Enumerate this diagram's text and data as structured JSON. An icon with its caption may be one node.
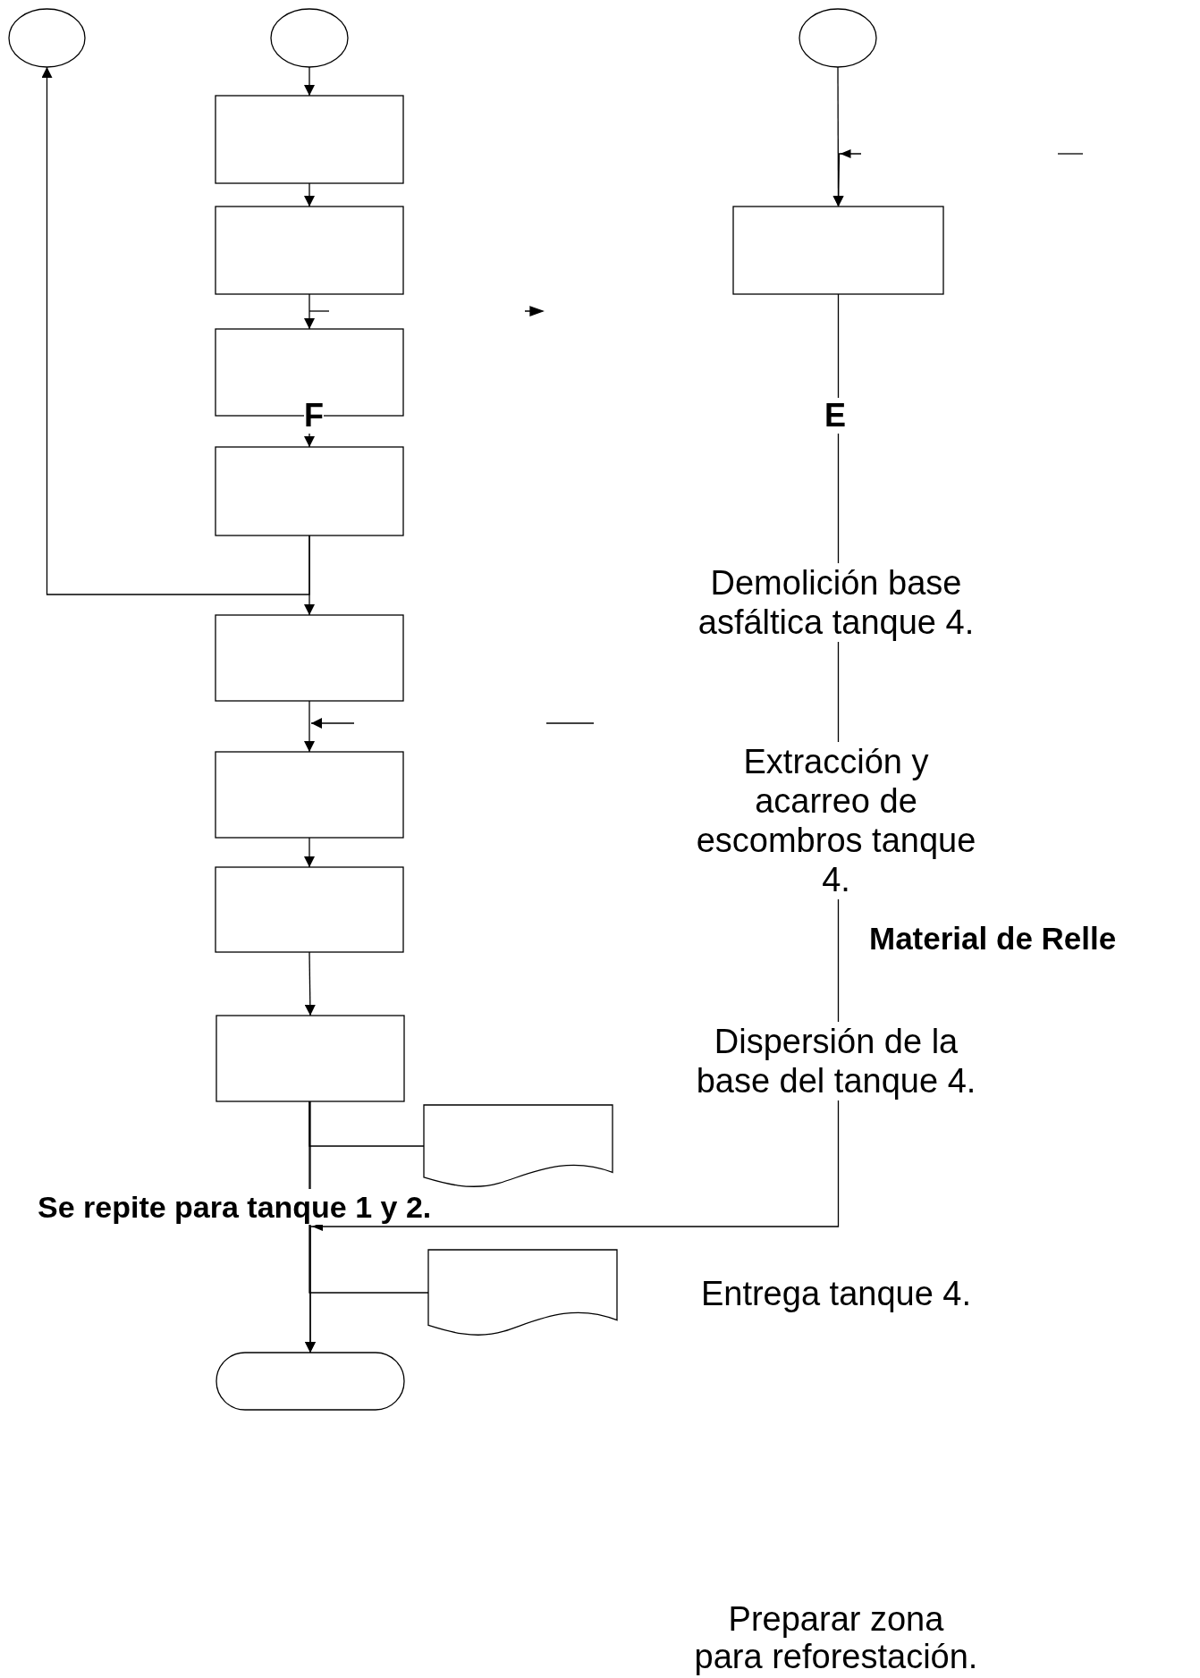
{
  "diagram": {
    "nodes": [
      {
        "text": [],
        "shape": "circle"
      },
      {
        "text": [],
        "shape": "circle"
      },
      {
        "text": [],
        "shape": "circle"
      },
      {
        "text": [],
        "shape": "box"
      },
      {
        "text": [],
        "shape": "box"
      },
      {
        "text": [],
        "shape": "box"
      },
      {
        "text": [],
        "shape": "box"
      },
      {
        "text": [],
        "shape": "box"
      },
      {
        "text": [],
        "shape": "box"
      },
      {
        "text": [],
        "shape": "box"
      },
      {
        "text": [],
        "shape": "box"
      },
      {
        "text": [],
        "shape": "box"
      },
      {
        "text": [],
        "shape": "document"
      },
      {
        "text": [],
        "shape": "document"
      },
      {
        "text": [],
        "shape": "oval"
      }
    ],
    "edges": [
      {
        "from": 1,
        "to": 3,
        "arrow": "to"
      },
      {
        "from": 3,
        "to": 4,
        "arrow": "to"
      },
      {
        "from": 4,
        "to": 5,
        "arrow": "to"
      },
      {
        "from": 5,
        "to": 6,
        "arrow": "to"
      },
      {
        "from": 6,
        "to": 8,
        "arrow": "to"
      },
      {
        "from": 6,
        "to": 0,
        "arrow": "to"
      },
      {
        "from": 2,
        "to": 7,
        "arrow": "to"
      },
      {
        "from": 8,
        "to": 9,
        "arrow": "to"
      },
      {
        "from": 9,
        "to": 10,
        "arrow": "to"
      },
      {
        "from": 10,
        "to": 11,
        "arrow": "to"
      },
      {
        "from": 11,
        "to": 14,
        "arrow": "to"
      },
      {
        "from": 11,
        "to": 12,
        "arrow": "none"
      },
      {
        "from": 11,
        "to": 13,
        "arrow": "none"
      },
      {
        "from": 7,
        "to": 14,
        "arrow": "to"
      },
      {
        "from": null,
        "to": 9,
        "arrow": "to"
      },
      {
        "from": null,
        "to": 7,
        "arrow": "to"
      }
    ],
    "labels": [
      "F",
      "E",
      "Demolición base asfáltica tanque 4.",
      "Extracción y acarreo de escombros tanque 4.",
      "Material de Relle",
      "Dispersión de la base del tanque 4.",
      "Se repite para tanque 1 y 2.",
      "Entrega tanque 4.",
      "Preparar zona para reforestación."
    ]
  }
}
